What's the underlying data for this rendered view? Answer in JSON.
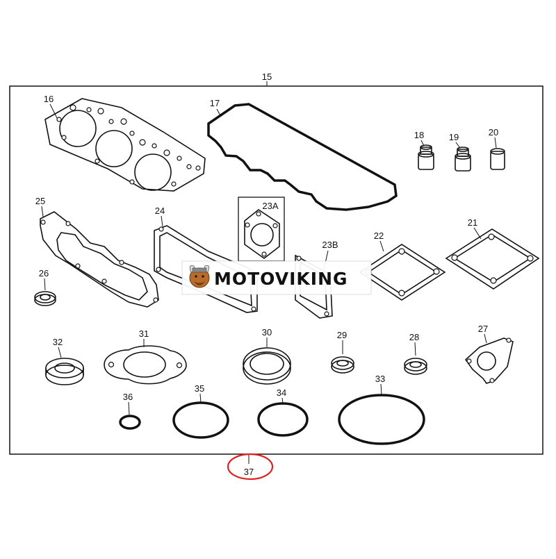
{
  "diagram": {
    "top_label": "15",
    "bottom_label": "37",
    "callouts": {
      "p16": "16",
      "p17": "17",
      "p18": "18",
      "p19": "19",
      "p20": "20",
      "p21": "21",
      "p22": "22",
      "p23a": "23A",
      "p23b": "23B",
      "p24": "24",
      "p25": "25",
      "p26": "26",
      "p27": "27",
      "p28": "28",
      "p29": "29",
      "p30": "30",
      "p31": "31",
      "p32": "32",
      "p33": "33",
      "p34": "34",
      "p35": "35",
      "p36": "36"
    },
    "highlight_color": "#e02020"
  },
  "watermark": {
    "brand": "MOTOVIKING",
    "icon": "viking-mascot-icon"
  }
}
